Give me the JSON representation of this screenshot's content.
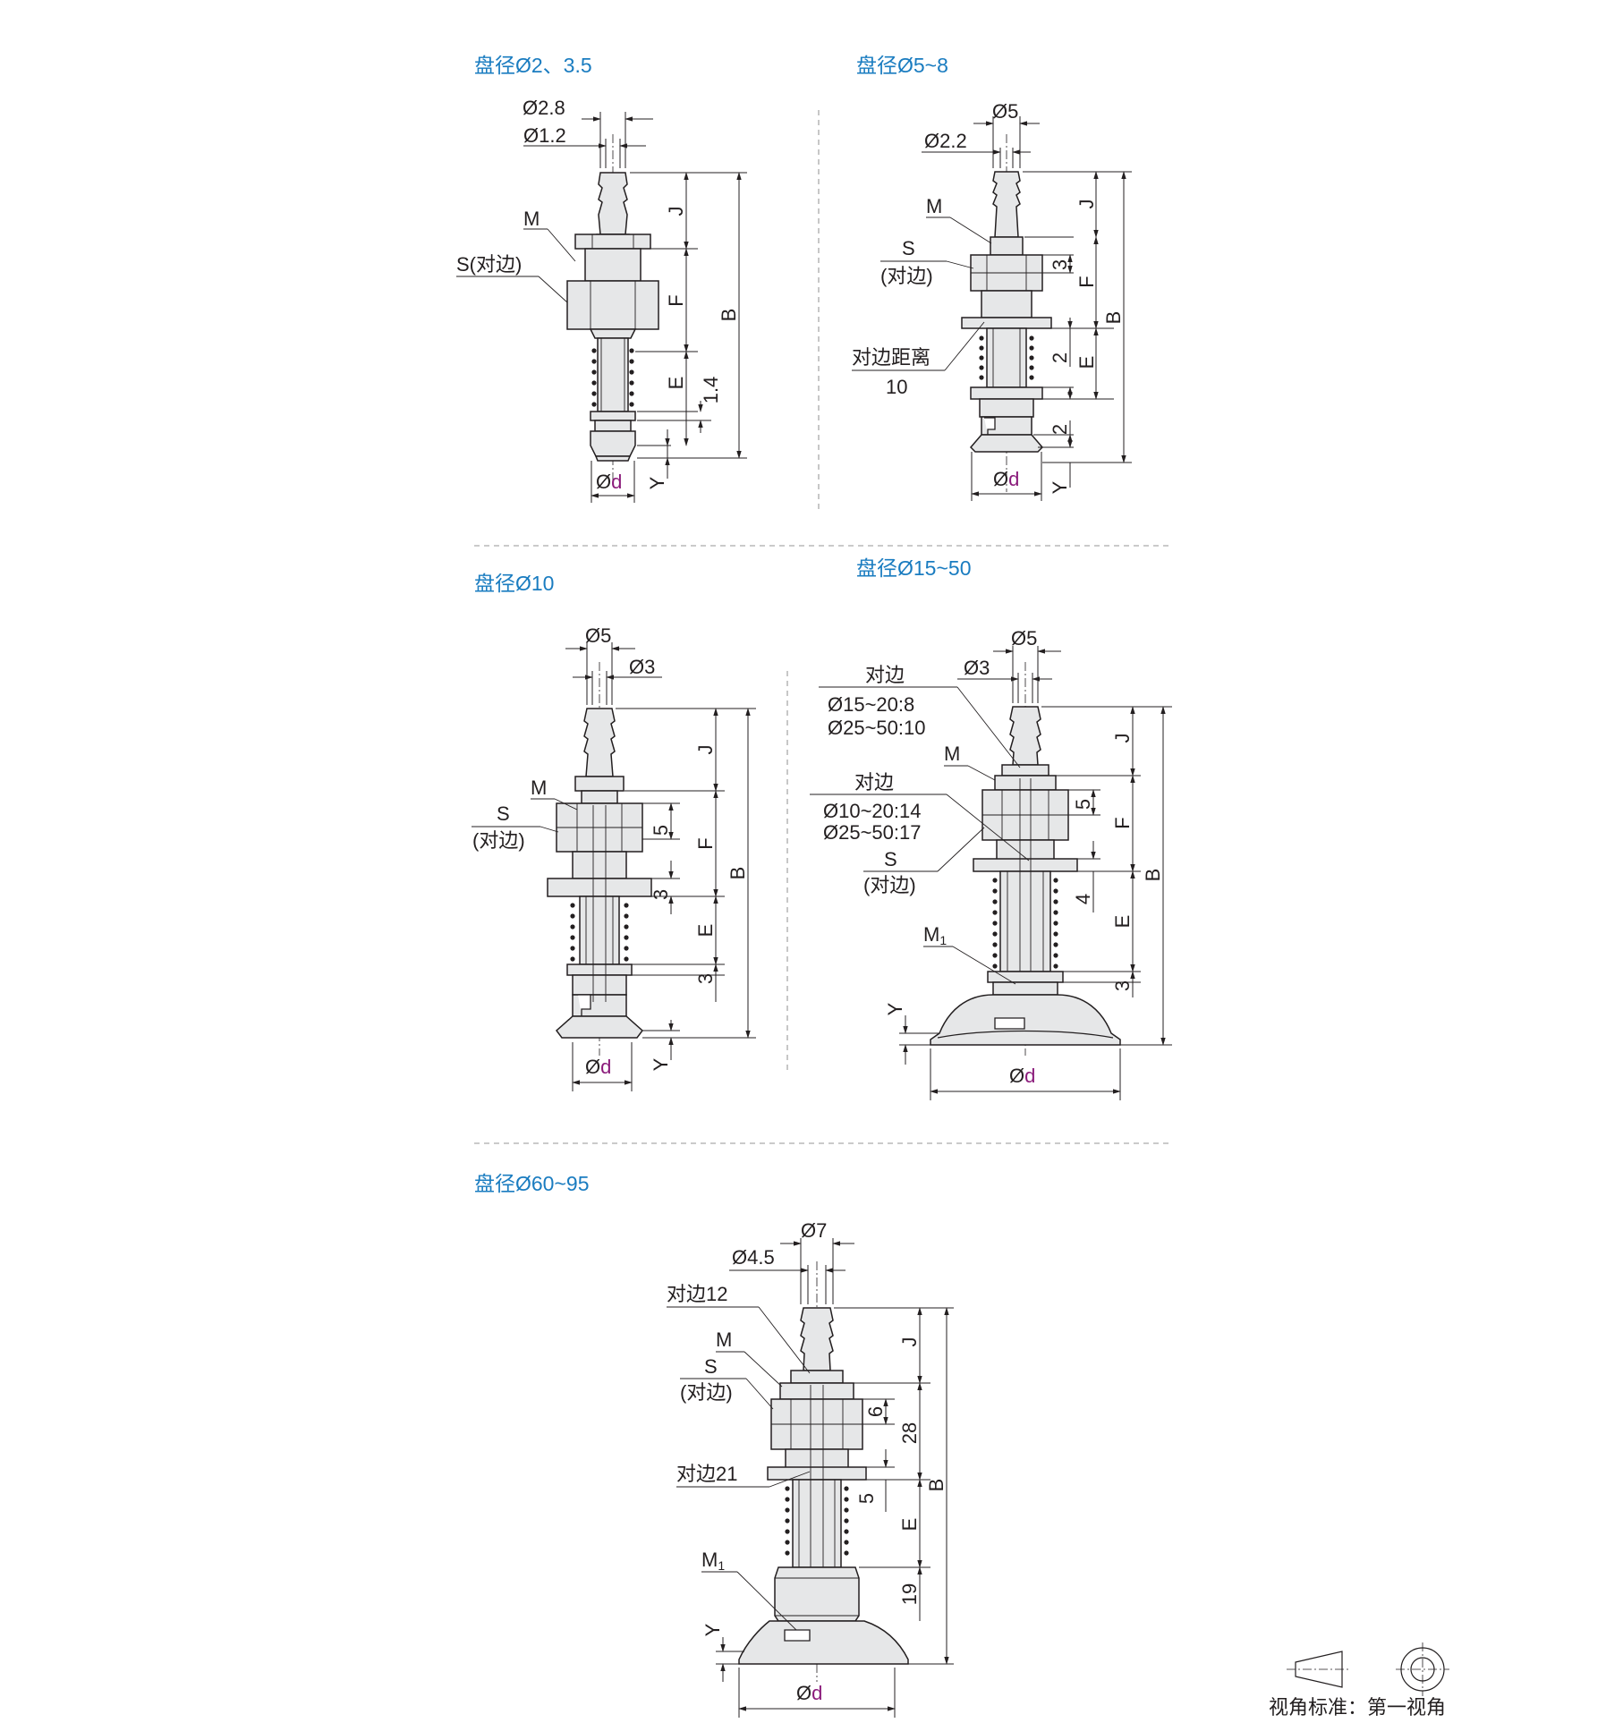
{
  "sections": {
    "d2": {
      "title": "盘径Ø2、3.5",
      "labels": {
        "od": "Ø2.8",
        "id": "Ø1.2",
        "m": "M",
        "s": "S(对边)",
        "j": "J",
        "f": "F",
        "e": "E",
        "b": "B",
        "gap": "1.4",
        "y": "Y",
        "d_prefix": "Ø",
        "d": "d"
      }
    },
    "d5": {
      "title": "盘径Ø5~8",
      "labels": {
        "od": "Ø5",
        "id": "Ø2.2",
        "m": "M",
        "s": "S",
        "s2": "(对边)",
        "flats": "对边距离",
        "flats_val": "10",
        "j": "J",
        "f": "F",
        "e": "E",
        "b": "B",
        "v3": "3",
        "v2a": "2",
        "v2b": "2",
        "y": "Y",
        "d_prefix": "Ø",
        "d": "d"
      }
    },
    "d10": {
      "title": "盘径Ø10",
      "labels": {
        "od": "Ø5",
        "id": "Ø3",
        "m": "M",
        "s": "S",
        "s2": "(对边)",
        "j": "J",
        "f": "F",
        "e": "E",
        "b": "B",
        "v5": "5",
        "v3a": "3",
        "v3b": "3",
        "y": "Y",
        "d_prefix": "Ø",
        "d": "d"
      }
    },
    "d15": {
      "title": "盘径Ø15~50",
      "labels": {
        "od": "Ø5",
        "id": "Ø3",
        "flats1": "对边",
        "flats1_a": "Ø15~20:8",
        "flats1_b": "Ø25~50:10",
        "m": "M",
        "flats2": "对边",
        "flats2_a": "Ø10~20:14",
        "flats2_b": "Ø25~50:17",
        "s": "S",
        "s2": "(对边)",
        "m1": "M",
        "m1_sub": "1",
        "j": "J",
        "f": "F",
        "e": "E",
        "b": "B",
        "v5": "5",
        "v4": "4",
        "v3": "3",
        "y": "Y",
        "d_prefix": "Ø",
        "d": "d"
      }
    },
    "d60": {
      "title": "盘径Ø60~95",
      "labels": {
        "od": "Ø7",
        "id": "Ø4.5",
        "flats12": "对边12",
        "m": "M",
        "s": "S",
        "s2": "(对边)",
        "flats21": "对边21",
        "m1": "M",
        "m1_sub": "1",
        "j": "J",
        "v6": "6",
        "v28": "28",
        "v5": "5",
        "e": "E",
        "v19": "19",
        "b": "B",
        "y": "Y",
        "d_prefix": "Ø",
        "d": "d"
      }
    }
  },
  "projection": {
    "label": "视角标准：第一视角"
  },
  "colors": {
    "title": "#1a7cc0",
    "d_accent": "#8a1a7a",
    "part_fill": "#e6e7e8"
  }
}
